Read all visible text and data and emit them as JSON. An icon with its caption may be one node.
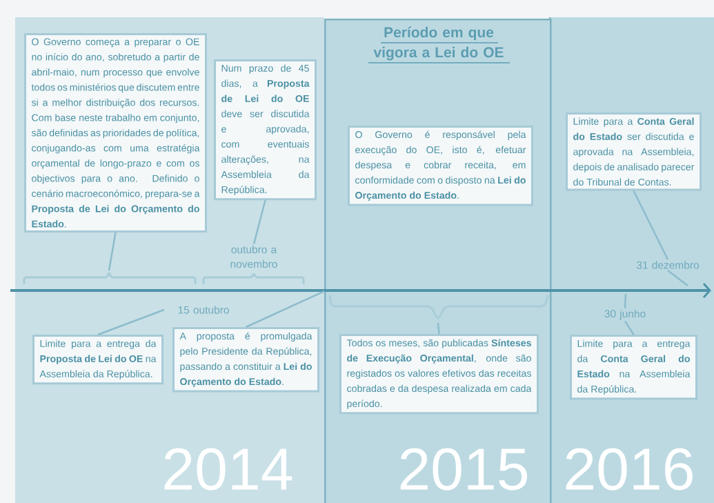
{
  "diagram": {
    "nodes": [
      {
        "text": [
          "Período em que vigora a Lei do OE"
        ]
      },
      {
        "text": [
          "O Governo começa a preparar o OE no início do ano, sobretudo a partir de abril-maio, num processo que envolve todos os ministérios que discutem entre si a melhor distribuição dos recursos. Com base neste trabalho em conjunto, são definidas as prioridades de política, conjugando-as com uma estratégia orçamental de longo-prazo e com os objectivos para o ano. Definido o cenário macroeconómico, prepara-se a **Proposta de Lei do Orçamento do Estado**."
        ]
      },
      {
        "text": [
          "Num prazo de 45 dias, a **Proposta de Lei do OE** deve ser discutida e aprovada, com eventuais alterações, na Assembleia da República."
        ]
      },
      {
        "text": [
          "O Governo é responsável pela execução do OE, isto é, efetuar despesa e cobrar receita, em conformidade com o disposto na **Lei do Orçamento do Estado**."
        ],
        "in": 0
      },
      {
        "text": [
          "Limite para a **Conta Geral do Estado** ser discutida e aprovada na Assembleia, depois de analisado parecer do Tribunal de Contas."
        ]
      },
      {
        "text": [
          "Limite para a entrega da **Proposta de Lei do OE** na Assembleia da República."
        ]
      },
      {
        "text": [
          "A proposta é promulgada pelo Presidente da República, passando a constituir a **Lei do Orçamento do Estado**."
        ]
      },
      {
        "text": [
          "Todos os meses, são publicadas **Sínteses de Execução Orçamental**, onde são registados os valores efetivos das receitas cobradas e da despesa realizada em cada período."
        ],
        "in": 0
      },
      {
        "text": [
          "Limite para a entrega da **Conta Geral do Estado** na Assembleia da República."
        ]
      },
      {
        "text": [
          "outubro a novembro"
        ]
      },
      {
        "text": [
          "31 dezembro"
        ]
      },
      {
        "text": [
          "15 outubro"
        ]
      },
      {
        "text": [
          "30 junho"
        ]
      },
      {
        "text": [],
        "shape": "bracket"
      },
      {
        "text": [],
        "shape": "bracket",
        "in": 0
      }
    ],
    "edges": [
      {
        "from": 1,
        "to": 13,
        "arrow": "none"
      },
      {
        "from": 2,
        "to": 9,
        "arrow": "none"
      },
      {
        "from": 4,
        "to": 10,
        "arrow": "none"
      },
      {
        "from": 5,
        "to": 11,
        "arrow": "none"
      },
      {
        "from": 6,
        "to": 0,
        "arrow": "none"
      },
      {
        "from": 7,
        "to": 14,
        "arrow": "none"
      },
      {
        "from": 8,
        "to": 12,
        "arrow": "none"
      },
      {
        "from": 12,
        "to": null,
        "arrow": "none"
      },
      {
        "from": 10,
        "to": null,
        "arrow": "none"
      }
    ],
    "labels": [
      "2014",
      "2015",
      "2016"
    ]
  }
}
